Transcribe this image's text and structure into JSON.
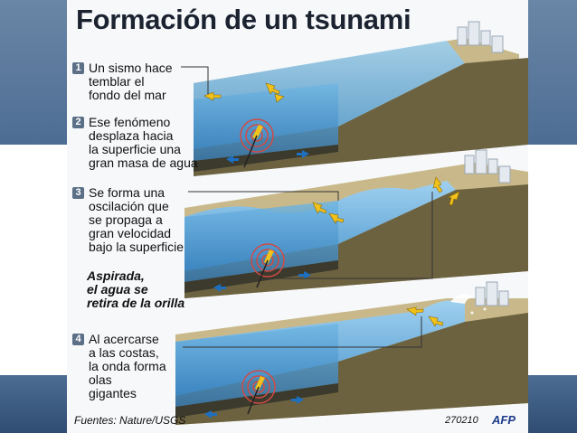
{
  "title": "Formación de un tsunami",
  "steps": [
    {
      "number": "1",
      "text": "Un sismo hace\ntemblar el\nfondo del mar"
    },
    {
      "number": "2",
      "text": "Ese fenómeno\ndesplaza hacia\nla superficie una\ngran masa de agua"
    },
    {
      "number": "3",
      "text": "Se forma una\noscilación que\nse propaga a\ngran velocidad\nbajo la superficie"
    },
    {
      "number": "4",
      "text": "Al acercarse\na las costas,\nla onda forma\nolas\ngigantes"
    }
  ],
  "aside": "Aspirada,\nel agua se\nretira de la orilla",
  "footer": {
    "source": "Fuentes: Nature/USGS",
    "code": "270210",
    "logo": "AFP"
  },
  "colors": {
    "water": "#5ea9dc",
    "sea_floor": "#6c6240",
    "seabed_dark": "#3b3a2c",
    "arrow_yellow": "#f2c21a",
    "arrow_blue": "#1e6fc0",
    "badge": "#5b6f86"
  }
}
